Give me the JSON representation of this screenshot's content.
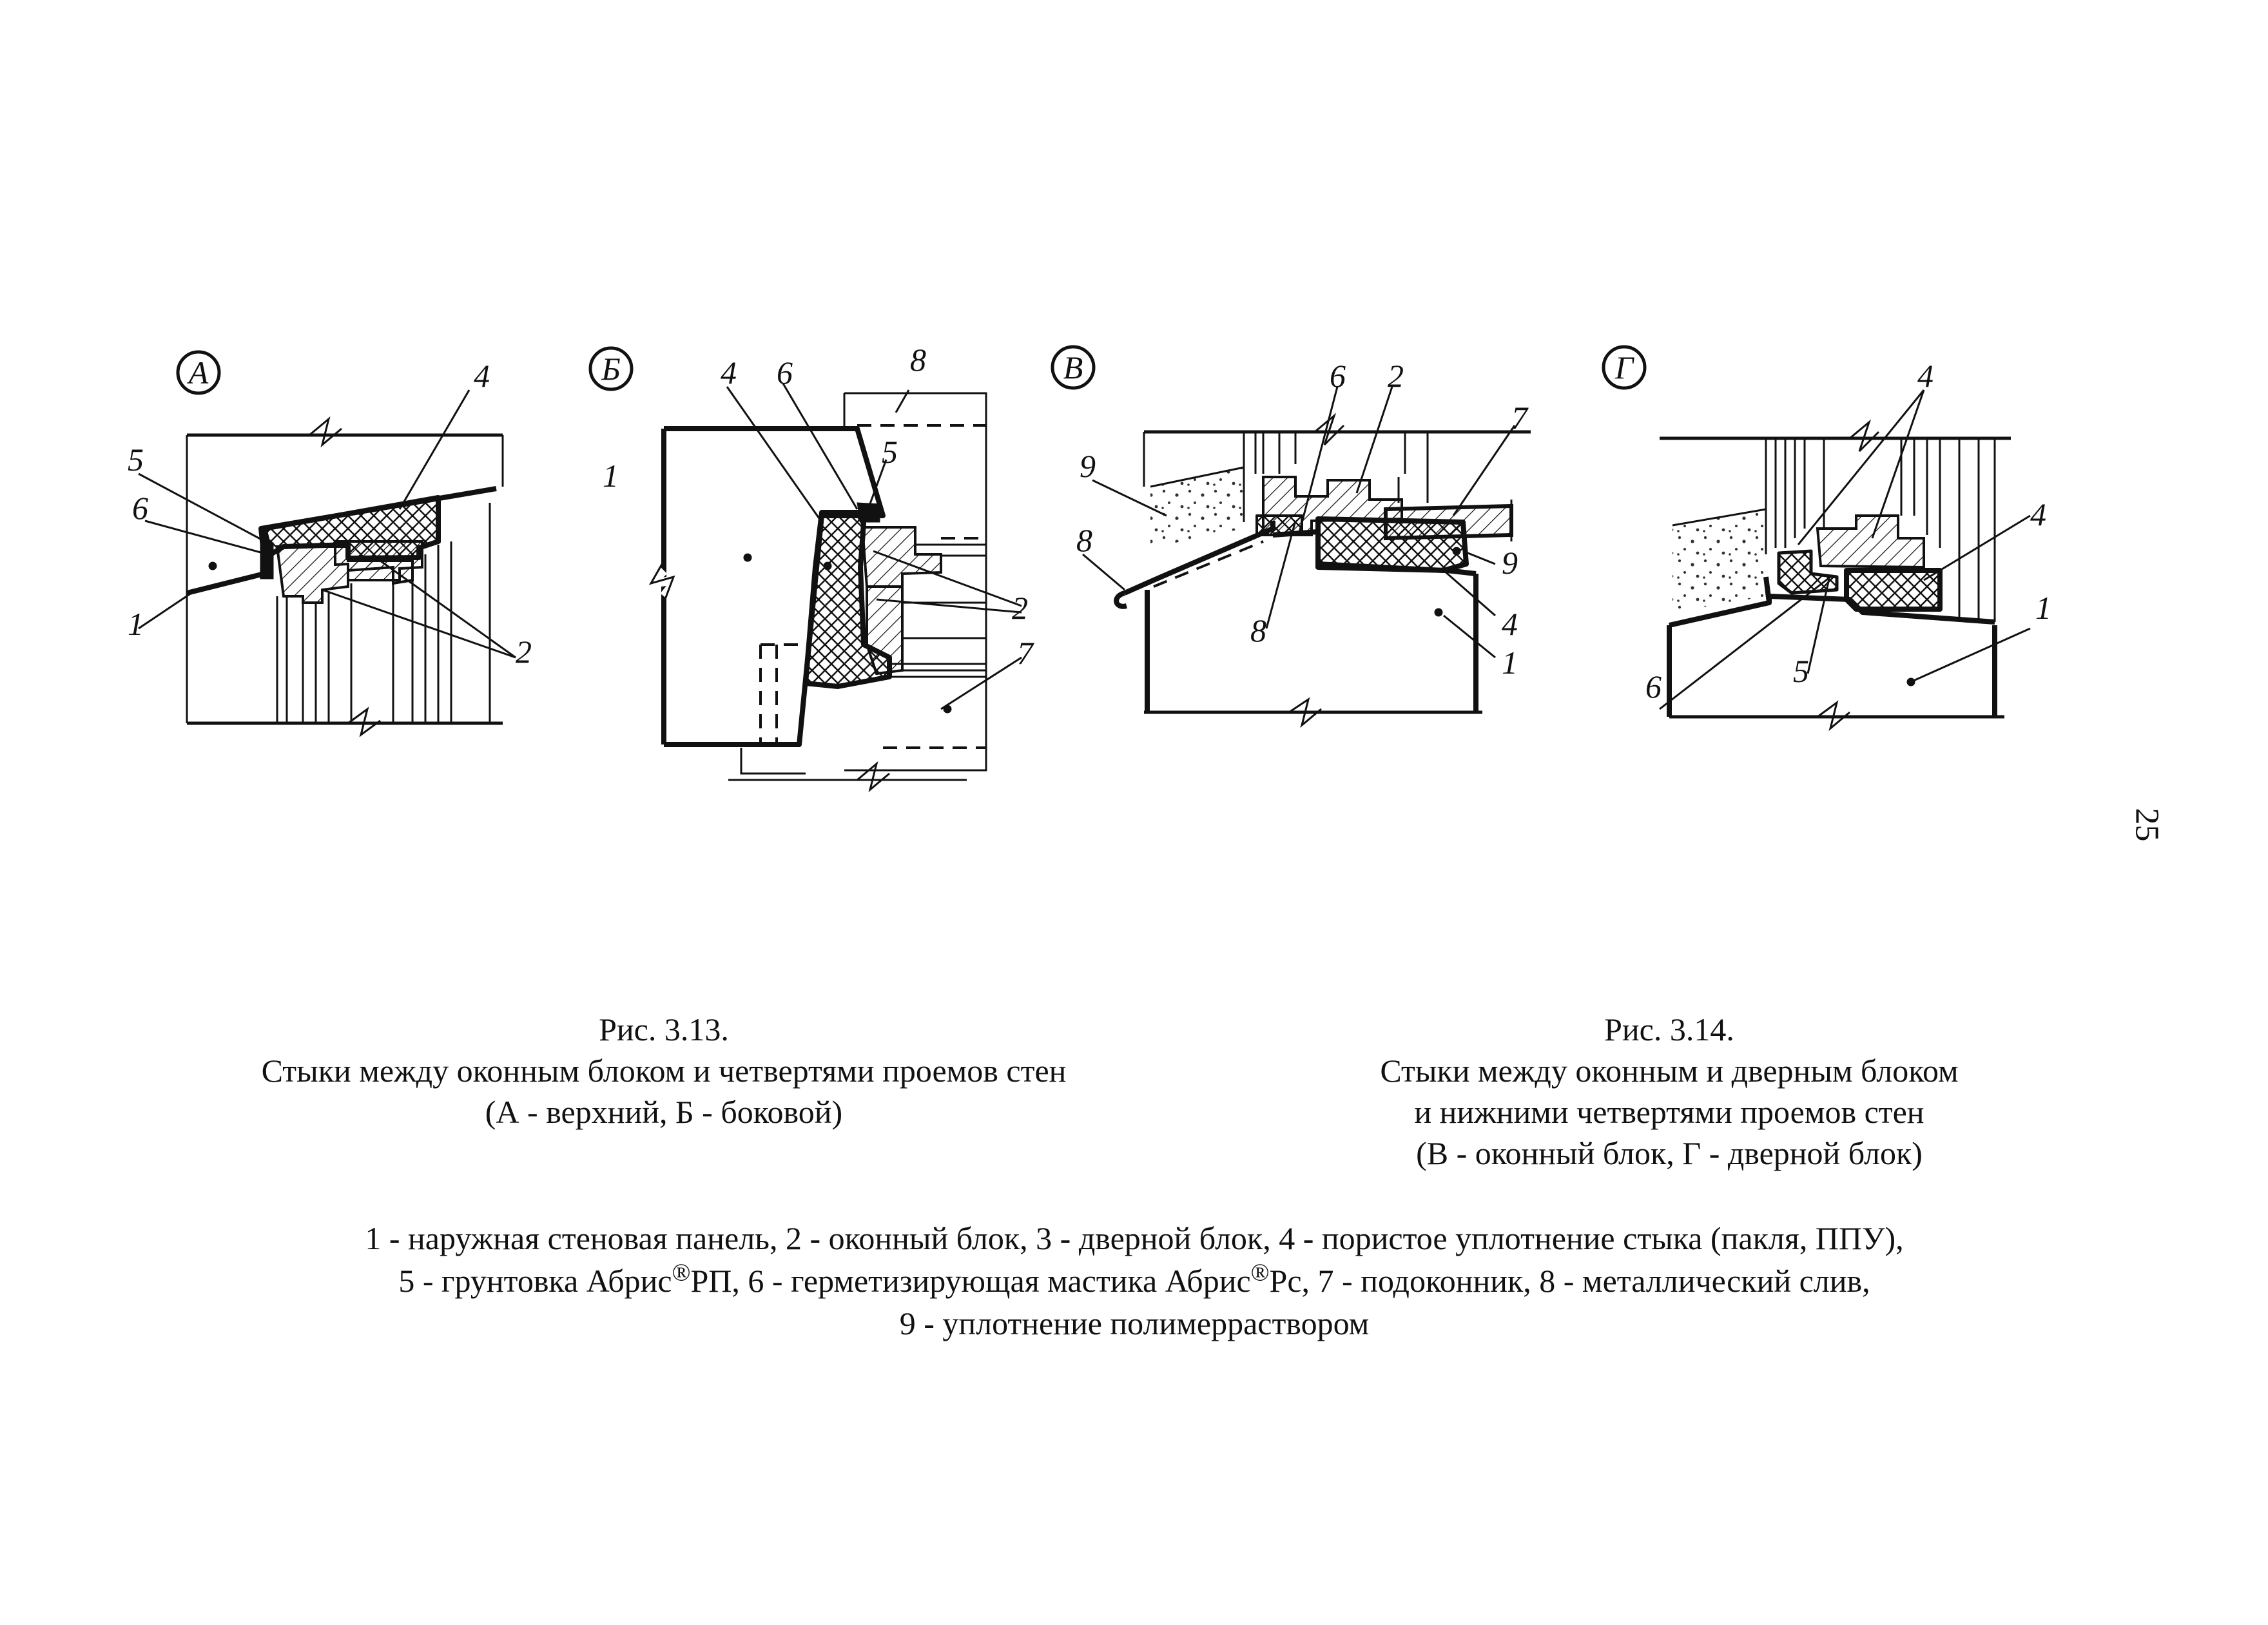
{
  "figures": {
    "A": {
      "marker": "А",
      "labels": [
        "4",
        "5",
        "6",
        "1",
        "2"
      ]
    },
    "B": {
      "marker": "Б",
      "labels": [
        "8",
        "4",
        "6",
        "5",
        "1",
        "2",
        "7"
      ]
    },
    "V": {
      "marker": "В",
      "labels": [
        "6",
        "2",
        "7",
        "9",
        "8",
        "8",
        "9",
        "4",
        "1"
      ]
    },
    "G": {
      "marker": "Г",
      "labels": [
        "4",
        "4",
        "6",
        "5",
        "1"
      ]
    }
  },
  "captions": {
    "fig_3_13": {
      "number": "Рис. 3.13.",
      "line1": "Стыки между оконным блоком и четвертями проемов стен",
      "line2": "(А - верхний, Б - боковой)"
    },
    "fig_3_14": {
      "number": "Рис. 3.14.",
      "line1": "Стыки между оконным и дверным блоком",
      "line2": "и нижними четвертями проемов стен",
      "line3": "(В - оконный блок, Г - дверной блок)"
    }
  },
  "legend": {
    "line1": "1 - наружная стеновая панель, 2 - оконный блок, 3 - дверной блок, 4 - пористое уплотнение стыка (пакля, ППУ),",
    "line2_a": "5 - грунтовка Абрис",
    "line2_b": "РП, 6 - герметизирующая мастика Абрис",
    "line2_c": "Рс, 7 - подоконник, 8 - металлический слив,",
    "line3": "9 - уплотнение полимерраствором",
    "registered_mark": "®"
  },
  "page_number": "25"
}
